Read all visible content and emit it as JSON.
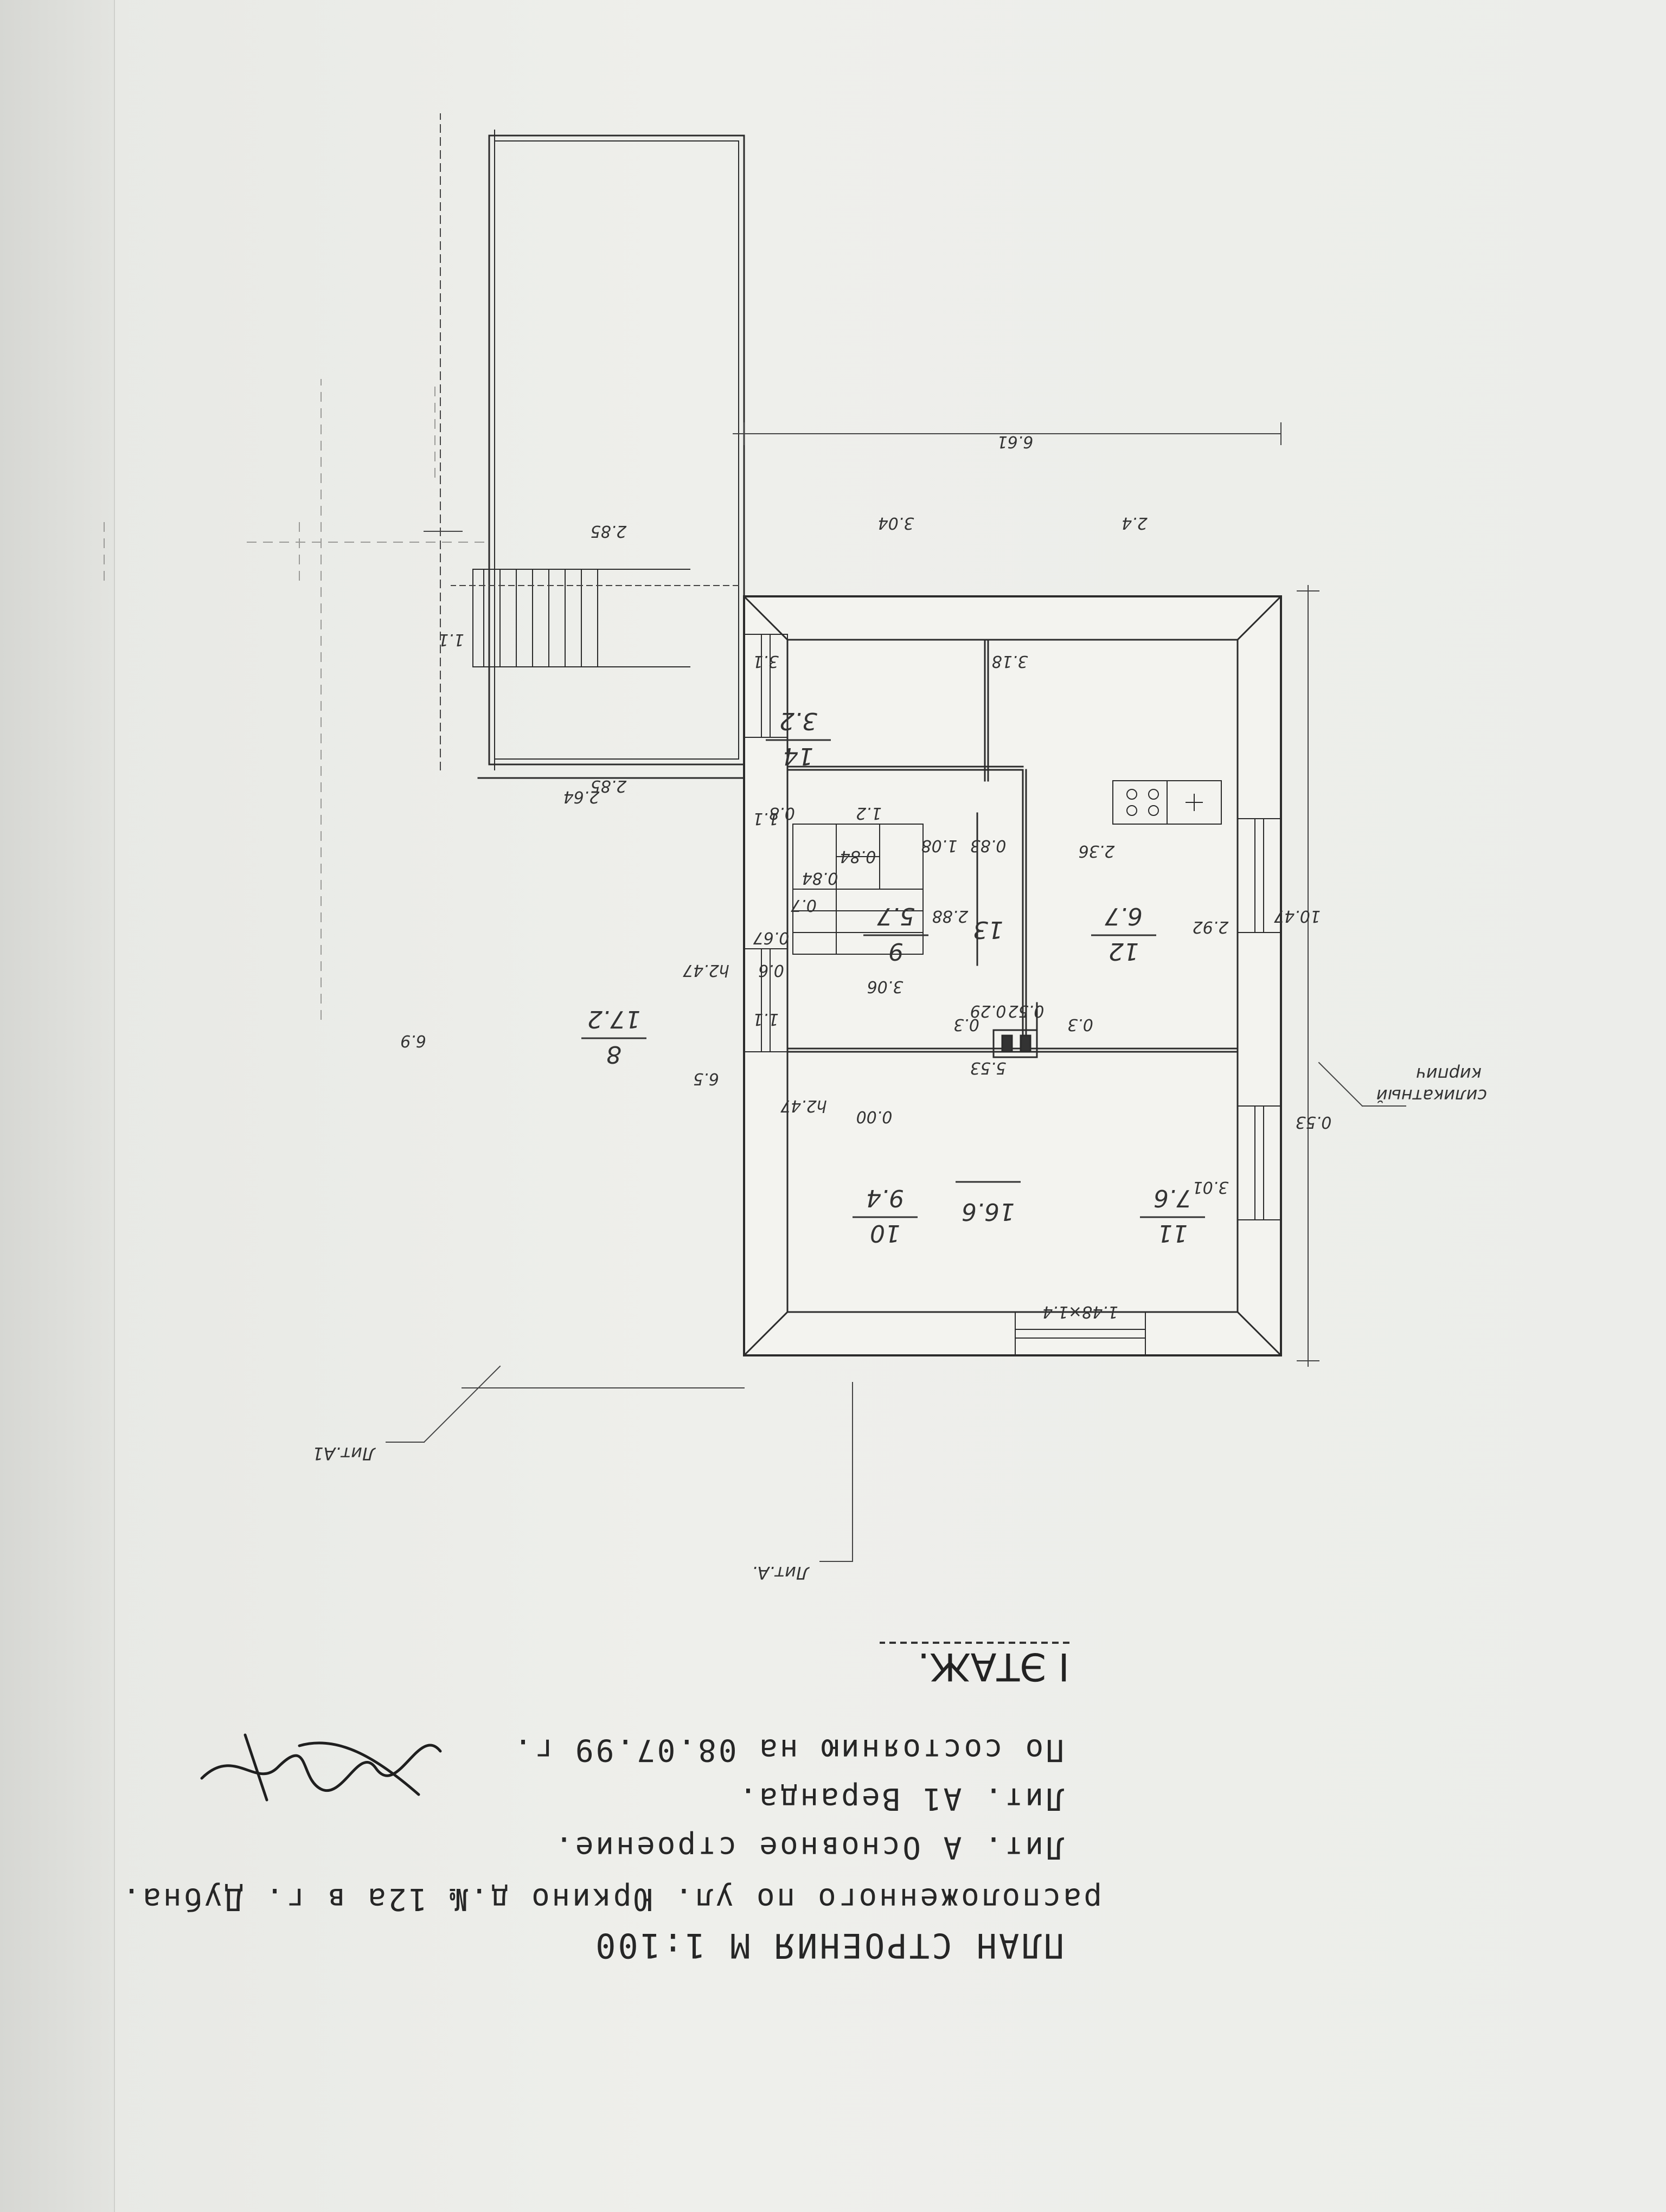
{
  "title": {
    "line1": "ПЛАН СТРОЕНИЯ М 1:100",
    "line2": "расположенного по ул. Юркино д.№ 12а в г. Дубна.",
    "line3": "Лит. А Основное строение.",
    "line4": "Лит. А1 Веранда.",
    "line5": "По состоянию на 08.07.99 г."
  },
  "floor_label": "I ЭТАЖ.",
  "lit_labels": {
    "main": "Лит.А.",
    "veranda": "Лит.А1"
  },
  "material_note": [
    "силикатный",
    "кирпич"
  ],
  "rooms": [
    {
      "number": "10",
      "area": "9.4"
    },
    {
      "number": "11",
      "area": "7.6"
    },
    {
      "number": "12",
      "area": "6.7"
    },
    {
      "number": "9",
      "area": "5.7"
    },
    {
      "number": "13",
      "area": "16.6"
    },
    {
      "number": "8",
      "area": "17.2"
    },
    {
      "number": "14",
      "area": "3.2"
    }
  ],
  "dimensions": {
    "overall_width": "6.61",
    "overall_length": "10.47",
    "veranda_length": "6.9",
    "veranda_width_top": "2.85",
    "veranda_width_bottom": "2.85",
    "stairs_width": "1.1",
    "r10_width": "3.04",
    "r10_height": "3.1",
    "r11_width": "2.4",
    "r11_height": "3.18",
    "r12_width": "2.36",
    "r12_height": "2.92",
    "r9_width": "3.06",
    "r9_height": "2.88",
    "r13_width": "5.53",
    "r13_height": "3.01",
    "r8_width": "2.64",
    "r8_height": "6.5",
    "wall": "0.53",
    "d_0_8": "0.8",
    "d_1_1": "1.1",
    "d_0_84a": "0.84",
    "d_0_84b": "0.84",
    "d_1_08": "1.08",
    "d_0_83": "0.83",
    "d_0_7": "0.7",
    "d_0_67": "0.67",
    "d_0_6": "0.6",
    "d_1_1b": "1.1",
    "d_0_29": "0.29",
    "d_0_52": "0.52",
    "d_0_3a": "0.3",
    "d_0_3b": "0.3",
    "d_1_2": "1.2",
    "window": "1.48×1.4",
    "height_a": "h2.47",
    "height_b": "h2.47",
    "level": "0.00"
  }
}
